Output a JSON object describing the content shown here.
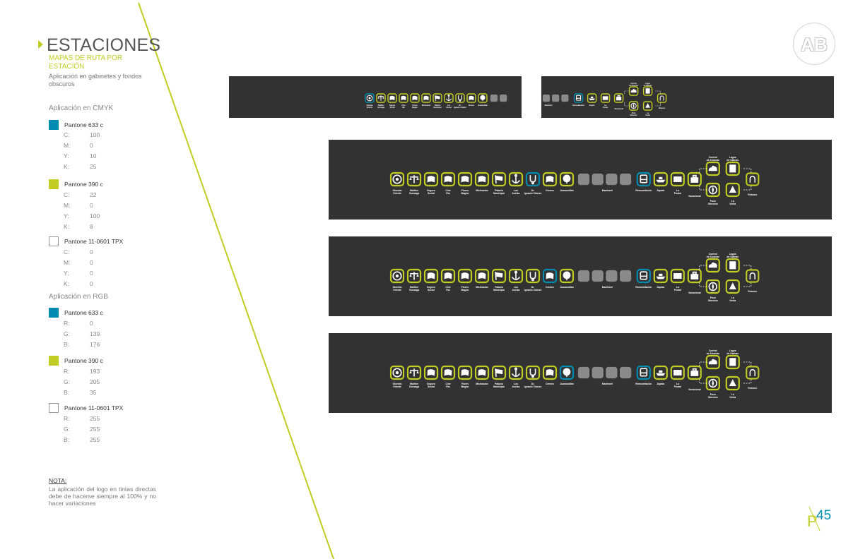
{
  "header": {
    "title": "ESTACIONES",
    "subtitle": "MAPAS DE RUTA POR ESTACIÓN",
    "description": "Aplicación en gabinetes y fondos obscuros"
  },
  "colors": {
    "pantone_633": "#008bb0",
    "pantone_390": "#c1cd23",
    "pantone_11_0601": "#ffffff",
    "panel_bg": "#323232",
    "empty_tile": "#8a8a8a"
  },
  "cmyk": {
    "title": "Aplicación en CMYK",
    "swatches": [
      {
        "name": "Pantone 633 c",
        "values": [
          [
            "C:",
            "100"
          ],
          [
            "M:",
            "0"
          ],
          [
            "Y:",
            "10"
          ],
          [
            "K:",
            "25"
          ]
        ]
      },
      {
        "name": "Pantone 390 c",
        "values": [
          [
            "C:",
            "22"
          ],
          [
            "M:",
            "0"
          ],
          [
            "Y:",
            "100"
          ],
          [
            "K:",
            "8"
          ]
        ]
      },
      {
        "name": "Pantone 11-0601 TPX",
        "values": [
          [
            "C:",
            "0"
          ],
          [
            "M:",
            "0"
          ],
          [
            "Y:",
            "0"
          ],
          [
            "K:",
            "0"
          ]
        ]
      }
    ]
  },
  "rgb": {
    "title": "Aplicación en RGB",
    "swatches": [
      {
        "name": "Pantone 633 c",
        "values": [
          [
            "R:",
            "0"
          ],
          [
            "G:",
            "139"
          ],
          [
            "B:",
            "176"
          ]
        ]
      },
      {
        "name": "Pantone 390 c",
        "values": [
          [
            "R:",
            "193"
          ],
          [
            "G:",
            "205"
          ],
          [
            "B:",
            "35"
          ]
        ]
      },
      {
        "name": "Pantone 11-0601 TPX",
        "values": [
          [
            "R:",
            "255"
          ],
          [
            "G:",
            "255"
          ],
          [
            "B:",
            "255"
          ]
        ]
      }
    ]
  },
  "nota": {
    "title": "NOTA:",
    "text": "La aplicación del logo en tintas directas debe de hacerse siempre al 100% y no hacer variaciones"
  },
  "logo_text": "AB",
  "page": {
    "letter": "P",
    "number": "45"
  },
  "route": {
    "left_stations": [
      {
        "label": "Glorieta Oriente",
        "icon": "target-icon"
      },
      {
        "label": "Walther Gonzaga",
        "icon": "scales-icon"
      },
      {
        "label": "Seguro Social",
        "icon": "shield-icon"
      },
      {
        "label": "Cine Río",
        "icon": "projector-icon"
      },
      {
        "label": "Flores Magón",
        "icon": "lion-icon"
      },
      {
        "label": "Michoacán",
        "icon": "eagle-icon"
      },
      {
        "label": "Palacio Municipal",
        "icon": "flag-icon"
      },
      {
        "label": "Los Anclas",
        "icon": "anchor-icon"
      },
      {
        "label": "Dr. Ignacio Chávez",
        "icon": "stethoscope-icon"
      },
      {
        "label": "Drenes",
        "icon": "leaf-icon"
      },
      {
        "label": "Juanacatlán",
        "icon": "tree-icon"
      }
    ],
    "middle_label": "Manfrarel",
    "right_stations": [
      {
        "label": "Remodelación",
        "icon": "bus-icon"
      },
      {
        "label": "Zapata",
        "icon": "boat-icon"
      },
      {
        "label": "La Postal",
        "icon": "postcard-icon"
      },
      {
        "label": "Vacacional",
        "icon": "suitcase-icon"
      }
    ],
    "branch_upper": [
      {
        "label": "Control de Alcantar",
        "icon": "cloud-icon"
      },
      {
        "label": "Lagos de Salinas",
        "icon": "scroll-icon"
      }
    ],
    "branch_lower": [
      {
        "label": "Pozo Gimenez",
        "icon": "compass-icon"
      },
      {
        "label": "La Venta",
        "icon": "bell-icon"
      }
    ],
    "end_station": {
      "label": "Retorno",
      "icon": "return-icon"
    }
  },
  "panels": [
    {
      "id": "top-left",
      "variant": "left-part",
      "active": 0
    },
    {
      "id": "top-right",
      "variant": "right-part",
      "active": 0
    },
    {
      "id": "large-1",
      "variant": "full",
      "active": 8
    },
    {
      "id": "large-2",
      "variant": "full",
      "active": 9
    },
    {
      "id": "large-3",
      "variant": "full",
      "active": 10
    }
  ]
}
